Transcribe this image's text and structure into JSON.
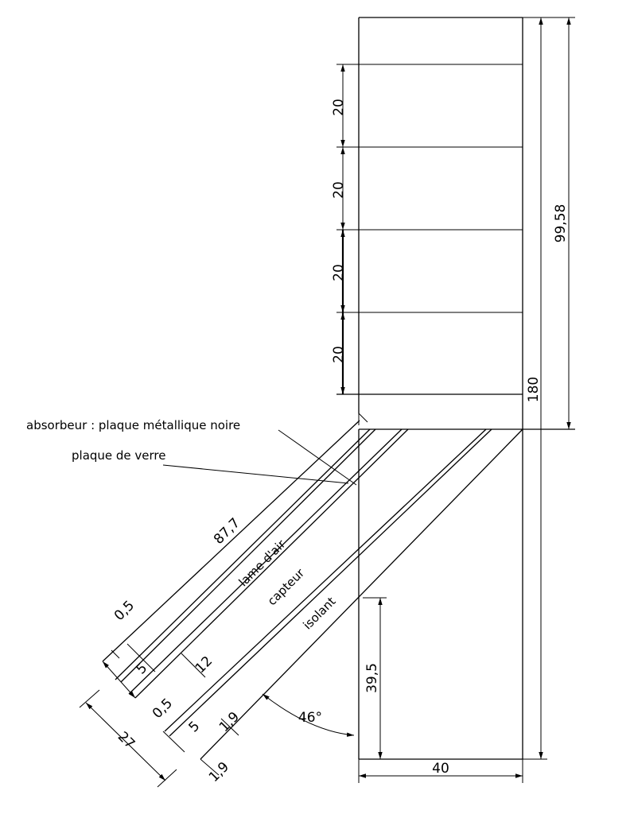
{
  "labels": {
    "absorbeur": "absorbeur : plaque métallique noire",
    "verre": "plaque de verre",
    "lame_air": "lame d'air",
    "capteur": "capteur",
    "isolant": "isolant"
  },
  "dims": {
    "d20_1": "20",
    "d20_2": "20",
    "d20_3": "20",
    "d20_4": "20",
    "d99": "99,58",
    "d180": "180",
    "d40": "40",
    "d39": "39,5",
    "angle": "46°",
    "d87": "87,7",
    "d05a": "0,5",
    "d5a": "5",
    "d12": "12",
    "d05b": "0,5",
    "d5b": "5",
    "d19a": "1,9",
    "d27": "27",
    "d19b": "1,9"
  }
}
